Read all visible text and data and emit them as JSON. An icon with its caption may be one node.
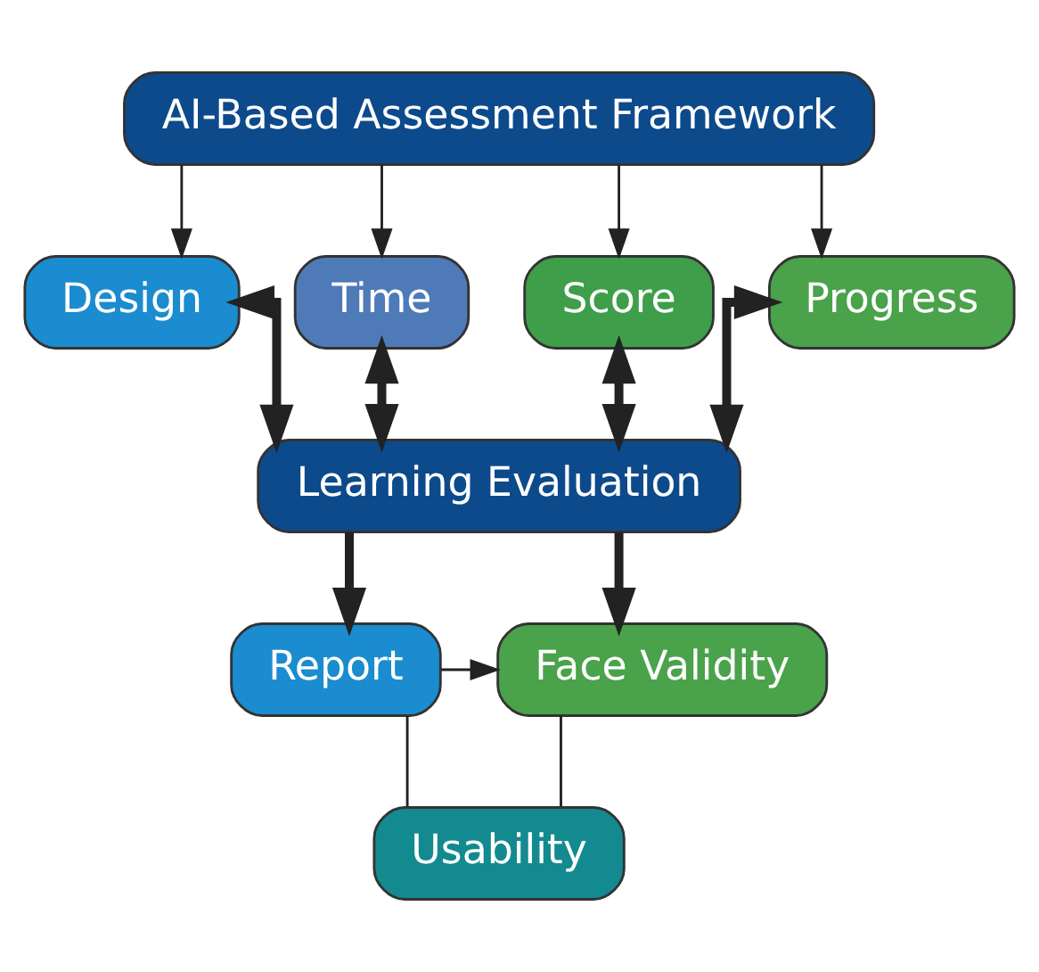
{
  "diagram": {
    "nodes": [
      {
        "text": [
          "AI-Based Assessment Framework"
        ]
      },
      {
        "text": [
          "Design"
        ]
      },
      {
        "text": [
          "Time"
        ]
      },
      {
        "text": [
          "Score"
        ]
      },
      {
        "text": [
          "Progress"
        ]
      },
      {
        "text": [
          "Learning Evaluation"
        ]
      },
      {
        "text": [
          "Report"
        ]
      },
      {
        "text": [
          "Face Validity"
        ]
      },
      {
        "text": [
          "Usability"
        ]
      }
    ],
    "edges": [
      {
        "from": 0,
        "to": 1,
        "arrow": "to"
      },
      {
        "from": 0,
        "to": 2,
        "arrow": "to"
      },
      {
        "from": 0,
        "to": 3,
        "arrow": "to"
      },
      {
        "from": 0,
        "to": 4,
        "arrow": "to"
      },
      {
        "from": 1,
        "to": 5,
        "arrow": "both",
        "style": "thick"
      },
      {
        "from": 2,
        "to": 5,
        "arrow": "both",
        "style": "thick"
      },
      {
        "from": 3,
        "to": 5,
        "arrow": "both",
        "style": "thick"
      },
      {
        "from": 4,
        "to": 5,
        "arrow": "both",
        "style": "thick"
      },
      {
        "from": 5,
        "to": 6,
        "arrow": "to",
        "style": "thick"
      },
      {
        "from": 5,
        "to": 7,
        "arrow": "to",
        "style": "thick"
      },
      {
        "from": 6,
        "to": 7,
        "arrow": "to"
      },
      {
        "from": 6,
        "to": 8,
        "arrow": "none"
      },
      {
        "from": 7,
        "to": 8,
        "arrow": "none"
      }
    ]
  }
}
